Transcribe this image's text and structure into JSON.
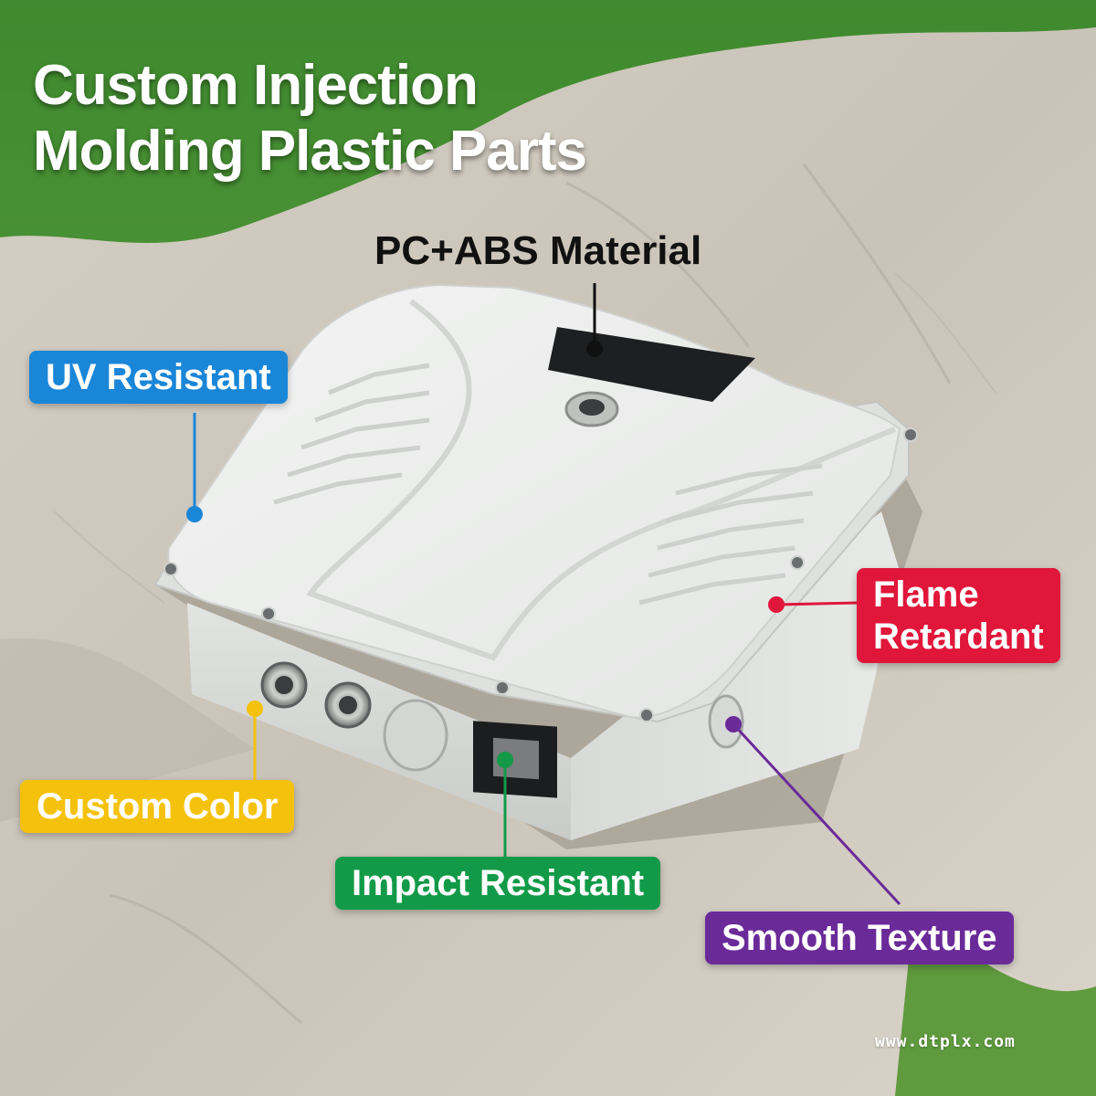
{
  "headline": {
    "line1": "Custom Injection",
    "line2": "Molding Plastic Parts"
  },
  "material_label": "PC+ABS Material",
  "features": {
    "uv": "UV Resistant",
    "flame_line1": "Flame",
    "flame_line2": "Retardant",
    "color": "Custom Color",
    "impact": "Impact Resistant",
    "texture": "Smooth Texture"
  },
  "colors": {
    "uv": "#1a86d8",
    "flame": "#e0163a",
    "color": "#f4c20d",
    "impact": "#129a48",
    "texture": "#6a2a98"
  },
  "watermark": "www.dtplx.com"
}
